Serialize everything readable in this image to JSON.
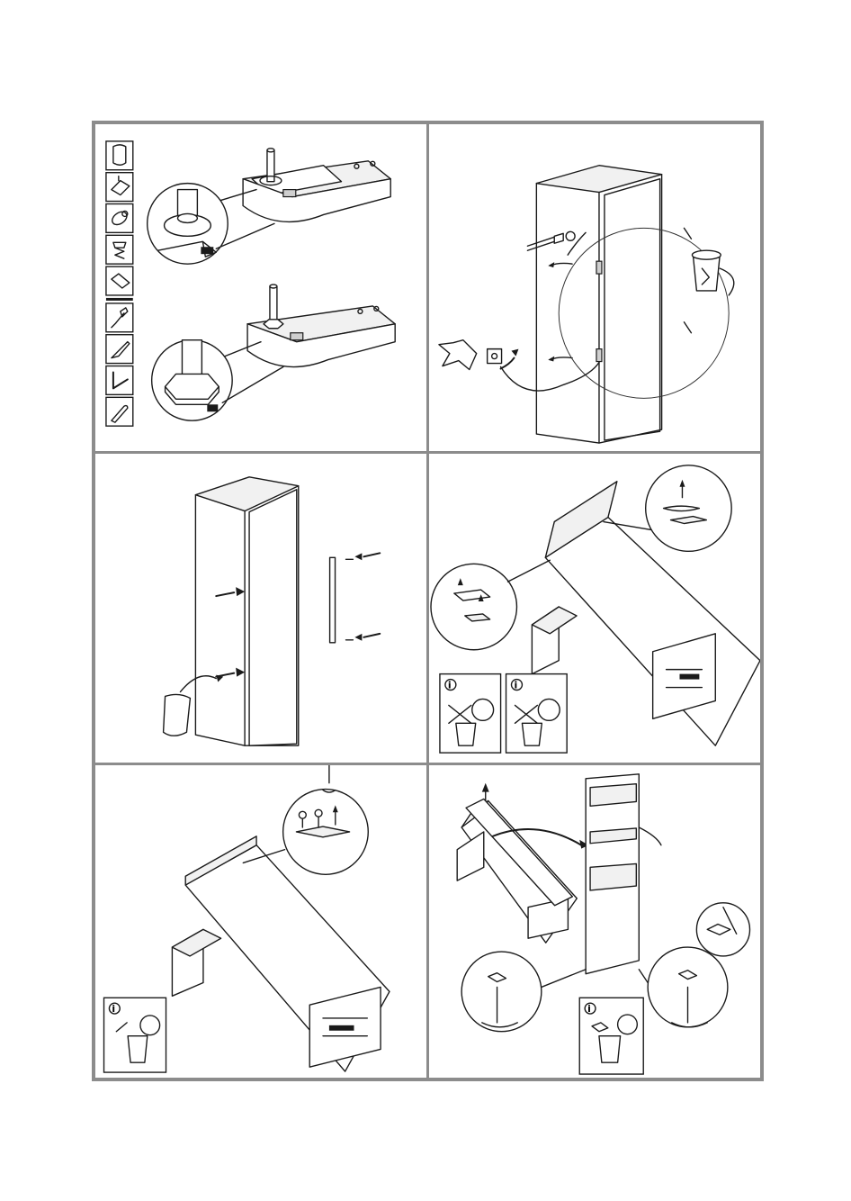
{
  "steps": [
    {
      "id": 1,
      "description_hidden": ""
    },
    {
      "id": 2
    },
    {
      "id": 3
    },
    {
      "id": 4
    },
    {
      "id": 5
    },
    {
      "id": 6
    }
  ],
  "tools_sidebar": {
    "icons": [
      "bag-icon",
      "hinge-icon",
      "plug-icon",
      "screw-cap-icon",
      "cover-plate-icon",
      "screwdriver-icon",
      "knife-icon",
      "allen-key-icon",
      "pin-icon"
    ]
  },
  "info_symbol": "i",
  "colors": {
    "frame": "#8c8c8c",
    "line": "#1a1a1a",
    "fill_light": "#f1f1f1"
  }
}
